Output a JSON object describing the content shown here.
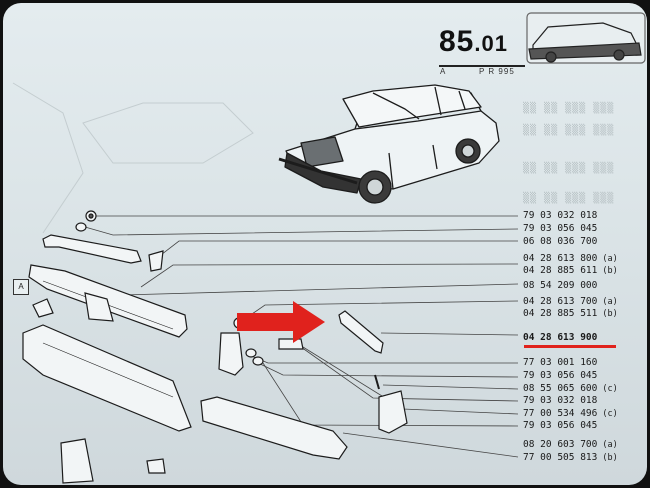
{
  "header": {
    "ref_main": "85",
    "ref_sub": ".01",
    "variant": "A",
    "code": "P R 995"
  },
  "callout": {
    "label": "A"
  },
  "parts": [
    {
      "number": "79 03 032 018",
      "suffix": ""
    },
    {
      "number": "79 03 056 045",
      "suffix": ""
    },
    {
      "number": "06 08 036 700",
      "suffix": ""
    },
    {
      "number": "04 28 613 800",
      "suffix": "(a)"
    },
    {
      "number": "04 28 885 611",
      "suffix": "(b)"
    },
    {
      "number": "08 54 209 000",
      "suffix": ""
    },
    {
      "number": "04 28 613 700",
      "suffix": "(a)"
    },
    {
      "number": "04 28 885 511",
      "suffix": "(b)"
    },
    {
      "number": "04 28 613 900",
      "suffix": ""
    },
    {
      "number": "77 03 001 160",
      "suffix": ""
    },
    {
      "number": "79 03 056 045",
      "suffix": ""
    },
    {
      "number": "08 55 065 600",
      "suffix": "(c)"
    },
    {
      "number": "79 03 032 018",
      "suffix": ""
    },
    {
      "number": "77 00 534 496",
      "suffix": "(c)"
    },
    {
      "number": "79 03 056 045",
      "suffix": ""
    },
    {
      "number": "08 20 603 700",
      "suffix": "(a)"
    },
    {
      "number": "77 00 505 813",
      "suffix": "(b)"
    }
  ],
  "highlight": {
    "part_index": 8,
    "arrow_color": "#e0221d",
    "underline_color": "#e0221d"
  }
}
